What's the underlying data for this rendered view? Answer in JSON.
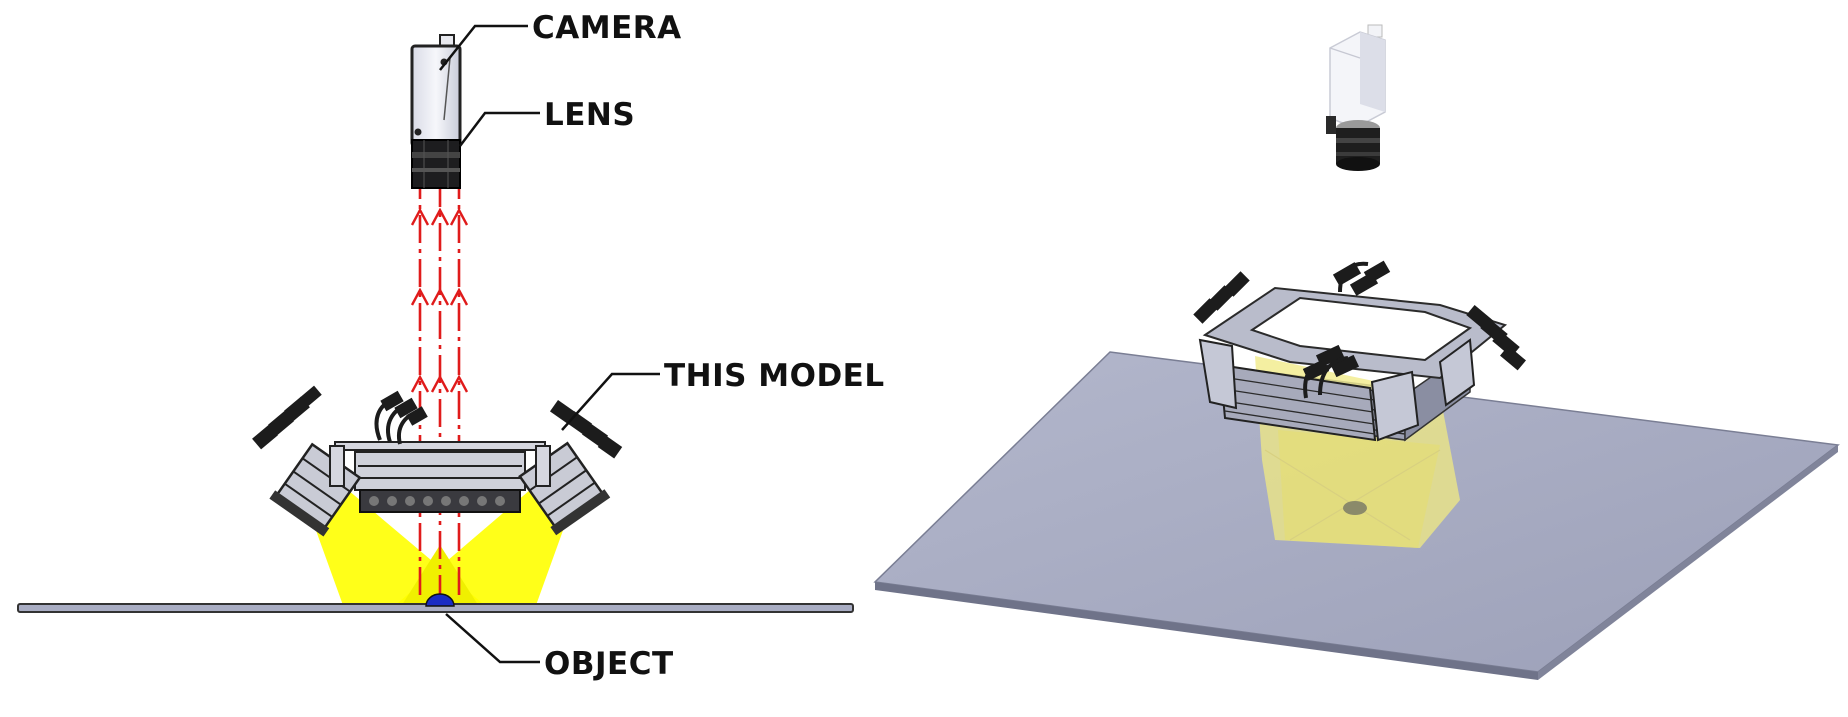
{
  "labels": {
    "camera": "CAMERA",
    "lens": "LENS",
    "model": "THIS MODEL",
    "object": "OBJECT"
  },
  "colors": {
    "ray": "#e01b1b",
    "light": "#ffff00",
    "light_soft": "#f3ef8c",
    "plate": "#a9adc3",
    "plate_edge": "#6f7389",
    "frame": "#2b2b2b",
    "object": "#1a2cc4",
    "ink": "#111111"
  }
}
